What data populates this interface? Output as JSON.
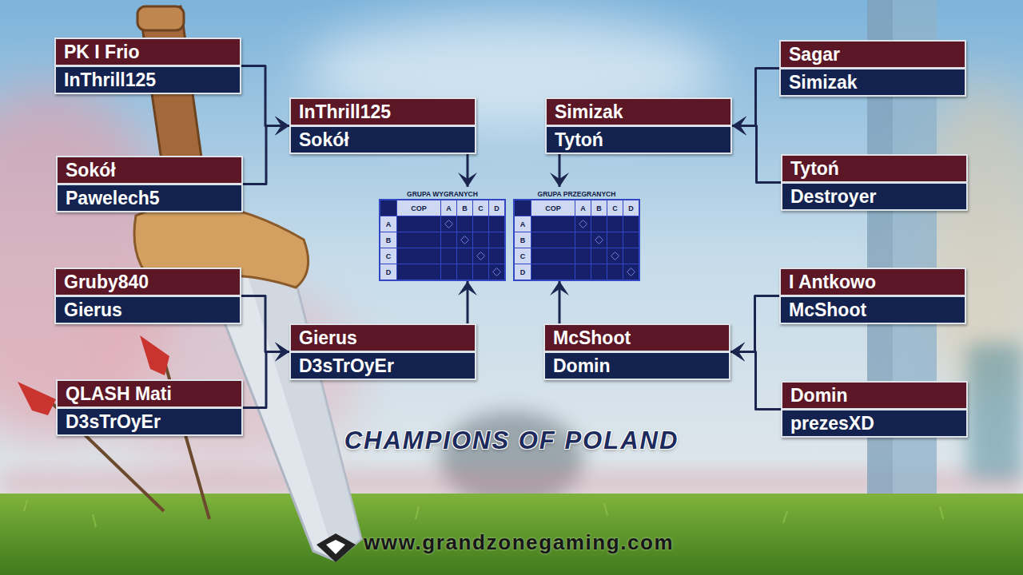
{
  "diagram": {
    "title": "CHAMPIONS OF POLAND",
    "nodes": [
      {
        "text": [
          "PK I Frio",
          "InThrill125"
        ]
      },
      {
        "text": [
          "InThrill125",
          "Sokół"
        ]
      },
      {
        "text": [
          "Simizak",
          "Tytoń"
        ]
      },
      {
        "text": [
          "Sagar",
          "Simizak"
        ]
      },
      {
        "text": [
          "Sokół",
          "Pawelech5"
        ]
      },
      {
        "text": [
          "Tytoń",
          "Destroyer"
        ]
      },
      {
        "text": [
          "GRUPA WYGRANYCH"
        ]
      },
      {
        "text": [
          "GRUPA PRZEGRANYCH"
        ]
      },
      {
        "text": [
          "Gruby840",
          "Gierus"
        ]
      },
      {
        "text": [
          "I Antkowo",
          "McShoot"
        ]
      },
      {
        "text": [
          "Gierus",
          "D3sTrOyEr"
        ]
      },
      {
        "text": [
          "McShoot",
          "Domin"
        ]
      },
      {
        "text": [
          "QLASH Mati",
          "D3sTrOyEr"
        ]
      },
      {
        "text": [
          "Domin",
          "prezesXD"
        ]
      }
    ],
    "edges": [
      {
        "from": 0,
        "to": 1,
        "arrow": "to"
      },
      {
        "from": 4,
        "to": 1,
        "arrow": "to"
      },
      {
        "from": 3,
        "to": 2,
        "arrow": "to"
      },
      {
        "from": 5,
        "to": 2,
        "arrow": "to"
      },
      {
        "from": 8,
        "to": 10,
        "arrow": "to"
      },
      {
        "from": 12,
        "to": 10,
        "arrow": "to"
      },
      {
        "from": 9,
        "to": 11,
        "arrow": "to"
      },
      {
        "from": 13,
        "to": 11,
        "arrow": "to"
      },
      {
        "from": 1,
        "to": 6,
        "arrow": "to"
      },
      {
        "from": 2,
        "to": 7,
        "arrow": "to"
      },
      {
        "from": 10,
        "to": 6,
        "arrow": "to"
      },
      {
        "from": 11,
        "to": 7,
        "arrow": "to"
      }
    ],
    "labels": [
      "COP",
      "A",
      "B",
      "C",
      "D",
      "A",
      "B",
      "C",
      "D",
      "COP",
      "A",
      "B",
      "C",
      "D",
      "A",
      "B",
      "C",
      "D",
      "www.grandzonegaming.com"
    ]
  }
}
